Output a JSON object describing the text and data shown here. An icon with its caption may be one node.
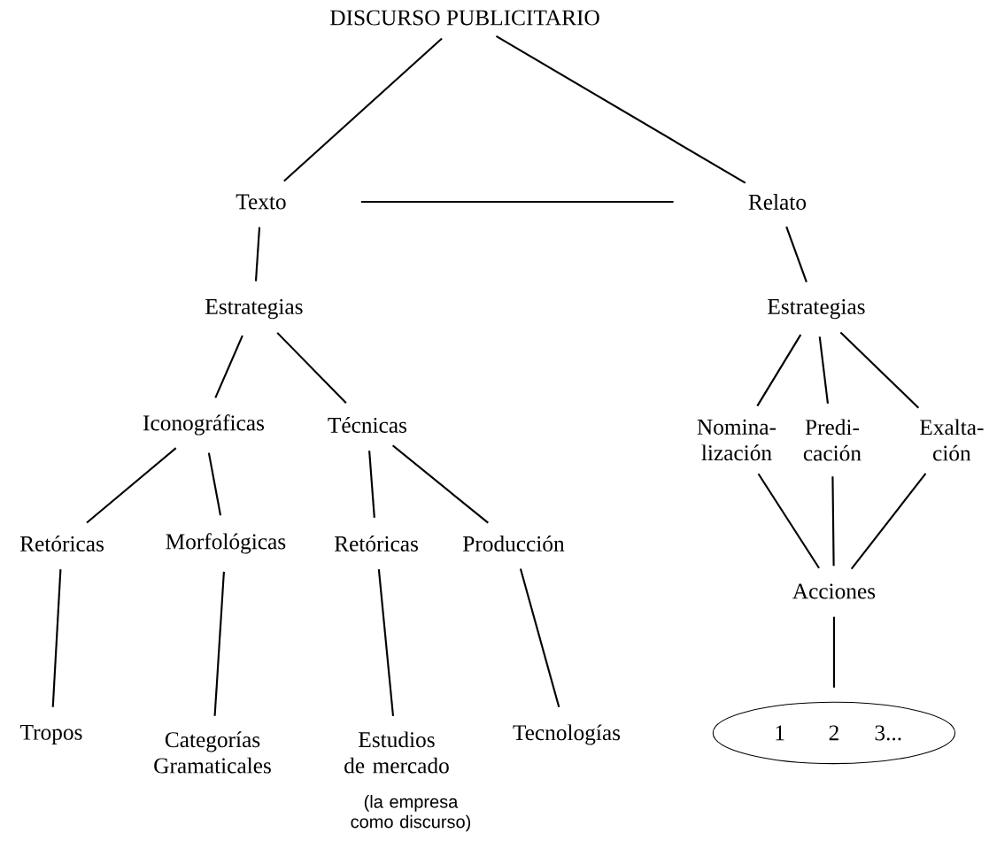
{
  "diagram": {
    "nodes": [
      {
        "text": [
          "DISCURSO PUBLICITARIO"
        ]
      },
      {
        "text": [
          "Texto"
        ]
      },
      {
        "text": [
          "Relato"
        ]
      },
      {
        "text": [
          "Estrategias"
        ]
      },
      {
        "text": [
          "Estrategias"
        ]
      },
      {
        "text": [
          "Iconográficas"
        ]
      },
      {
        "text": [
          "Técnicas"
        ]
      },
      {
        "text": [
          "Nomina- lización"
        ]
      },
      {
        "text": [
          "Predi- cación"
        ]
      },
      {
        "text": [
          "Exalta- ción"
        ]
      },
      {
        "text": [
          "Retóricas"
        ]
      },
      {
        "text": [
          "Morfológicas"
        ]
      },
      {
        "text": [
          "Retóricas"
        ]
      },
      {
        "text": [
          "Producción"
        ]
      },
      {
        "text": [
          "Acciones"
        ]
      },
      {
        "text": [
          "Tropos"
        ]
      },
      {
        "text": [
          "Categorías Gramaticales"
        ]
      },
      {
        "text": [
          "Estudios de mercado"
        ],
        "beside": [
          "(la empresa como discurso)"
        ]
      },
      {
        "text": [
          "Tecnologías"
        ]
      },
      {
        "text": [
          "1",
          "2",
          "3..."
        ]
      }
    ],
    "edges": [
      {
        "from": 0,
        "to": 1,
        "arrow": "none"
      },
      {
        "from": 0,
        "to": 2,
        "arrow": "none"
      },
      {
        "from": 1,
        "to": 2,
        "arrow": "none"
      },
      {
        "from": 1,
        "to": 3,
        "arrow": "none"
      },
      {
        "from": 2,
        "to": 4,
        "arrow": "none"
      },
      {
        "from": 3,
        "to": 5,
        "arrow": "none"
      },
      {
        "from": 3,
        "to": 6,
        "arrow": "none"
      },
      {
        "from": 4,
        "to": 7,
        "arrow": "none"
      },
      {
        "from": 4,
        "to": 8,
        "arrow": "none"
      },
      {
        "from": 4,
        "to": 9,
        "arrow": "none"
      },
      {
        "from": 5,
        "to": 10,
        "arrow": "none"
      },
      {
        "from": 5,
        "to": 11,
        "arrow": "none"
      },
      {
        "from": 6,
        "to": 12,
        "arrow": "none"
      },
      {
        "from": 6,
        "to": 13,
        "arrow": "none"
      },
      {
        "from": 7,
        "to": 14,
        "arrow": "none"
      },
      {
        "from": 8,
        "to": 14,
        "arrow": "none"
      },
      {
        "from": 9,
        "to": 14,
        "arrow": "none"
      },
      {
        "from": 10,
        "to": 15,
        "arrow": "none"
      },
      {
        "from": 11,
        "to": 16,
        "arrow": "none"
      },
      {
        "from": 12,
        "to": 17,
        "arrow": "none"
      },
      {
        "from": 13,
        "to": 18,
        "arrow": "none"
      },
      {
        "from": 14,
        "to": 19,
        "arrow": "none"
      }
    ]
  }
}
